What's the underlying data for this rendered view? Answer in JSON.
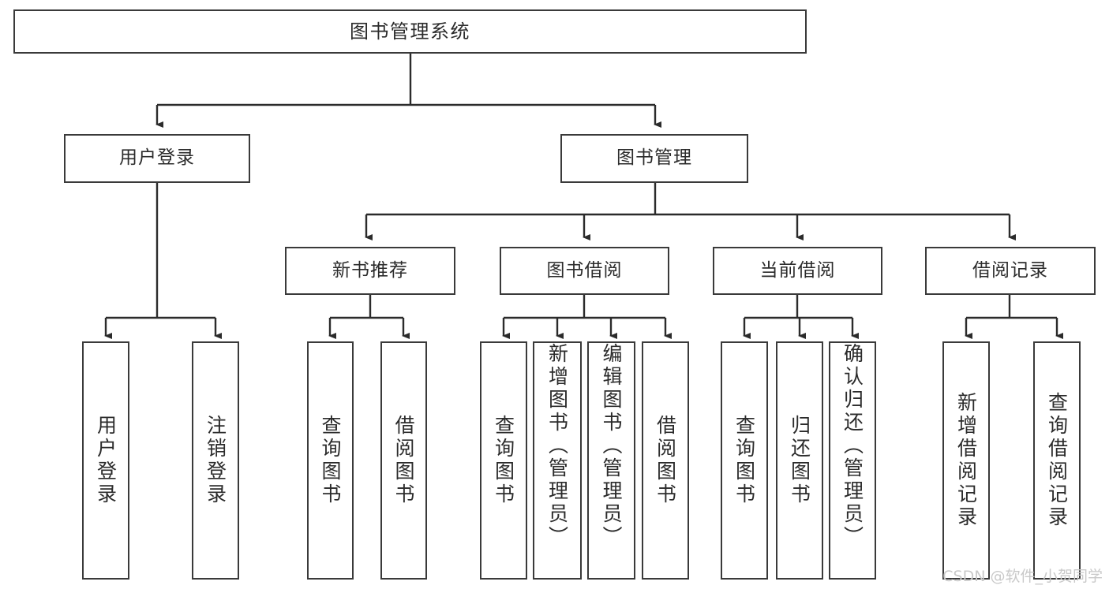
{
  "diagram": {
    "type": "tree",
    "title": "图书管理系统",
    "colors": {
      "box_border": "#3a3a3a",
      "box_fill": "#ffffff",
      "connector": "#2b2b2b",
      "text": "#2b2b2b",
      "watermark": "#c9c9c9"
    },
    "root": {
      "label": "图书管理系统"
    },
    "level2": [
      {
        "label": "用户登录"
      },
      {
        "label": "图书管理"
      }
    ],
    "level3": [
      {
        "label": "新书推荐"
      },
      {
        "label": "图书借阅"
      },
      {
        "label": "当前借阅"
      },
      {
        "label": "借阅记录"
      }
    ],
    "leaves": {
      "user_login": [
        {
          "label": "用户登录"
        },
        {
          "label": "注销登录"
        }
      ],
      "new_book_rec": [
        {
          "label": "查询图书"
        },
        {
          "label": "借阅图书"
        }
      ],
      "book_borrow": [
        {
          "label": "查询图书"
        },
        {
          "label": "新增图书（管理员）"
        },
        {
          "label": "编辑图书（管理员）"
        },
        {
          "label": "借阅图书"
        }
      ],
      "current_borrow": [
        {
          "label": "查询图书"
        },
        {
          "label": "归还图书"
        },
        {
          "label": "确认归还（管理员）"
        }
      ],
      "borrow_record": [
        {
          "label": "新增借阅记录"
        },
        {
          "label": "查询借阅记录"
        }
      ]
    }
  },
  "watermark": {
    "text": "CSDN @软件_小贺同学"
  }
}
